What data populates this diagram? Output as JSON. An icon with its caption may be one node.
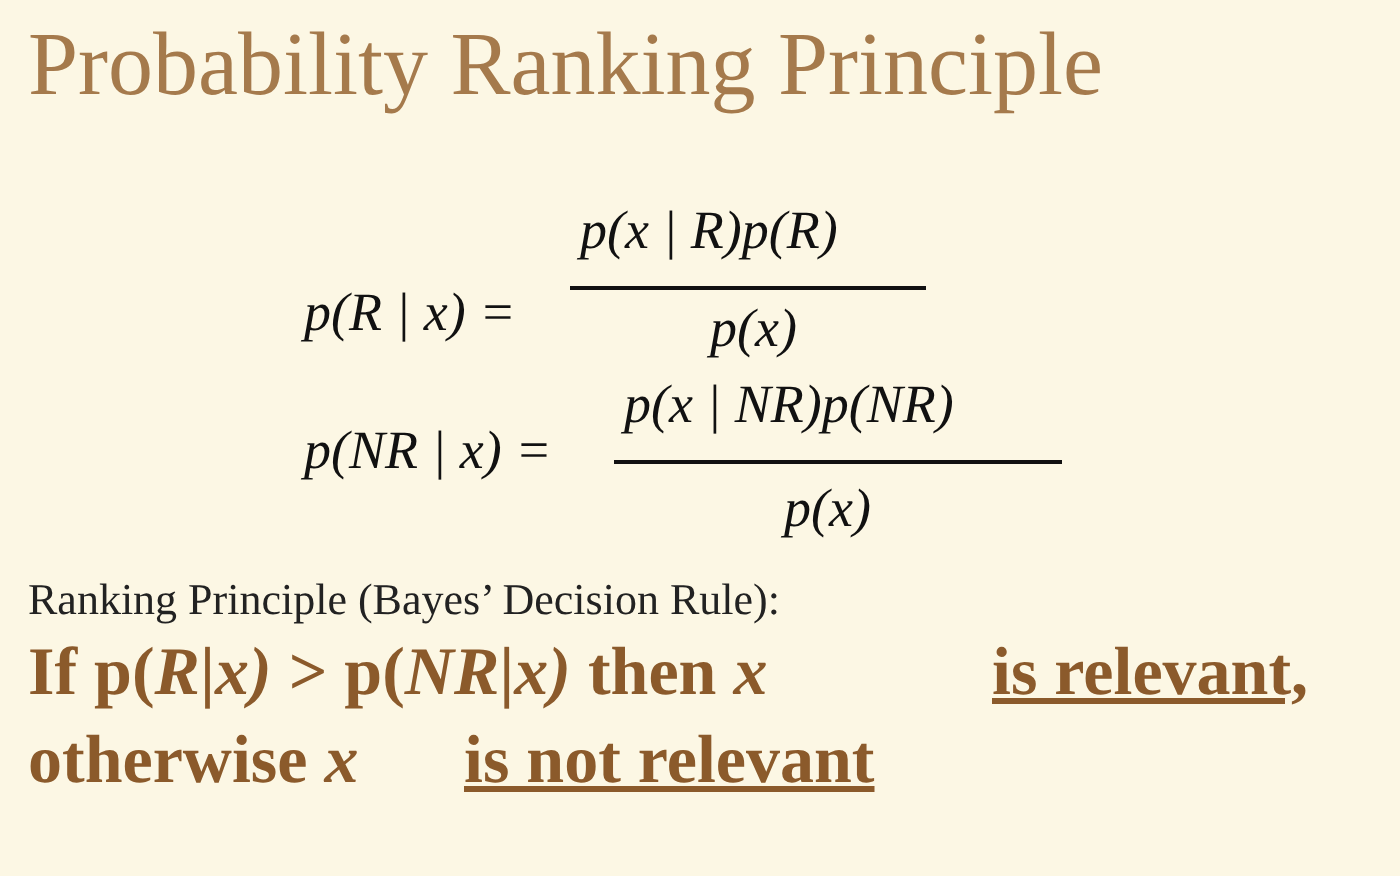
{
  "diagram": {
    "title": "Probability Ranking Principle",
    "labels": [
      "p(R | x) =",
      "p(x | R)p(R)",
      "p(x)",
      "p(NR | x) =",
      "p(x | NR)p(NR)",
      "p(x)",
      "Ranking Principle (Bayes’ Decision Rule):",
      "If p(*R*|*x)* > p(*NR*|*x)* then *x*",
      "is relevant,",
      "otherwise *x*",
      "is not relevant"
    ]
  }
}
